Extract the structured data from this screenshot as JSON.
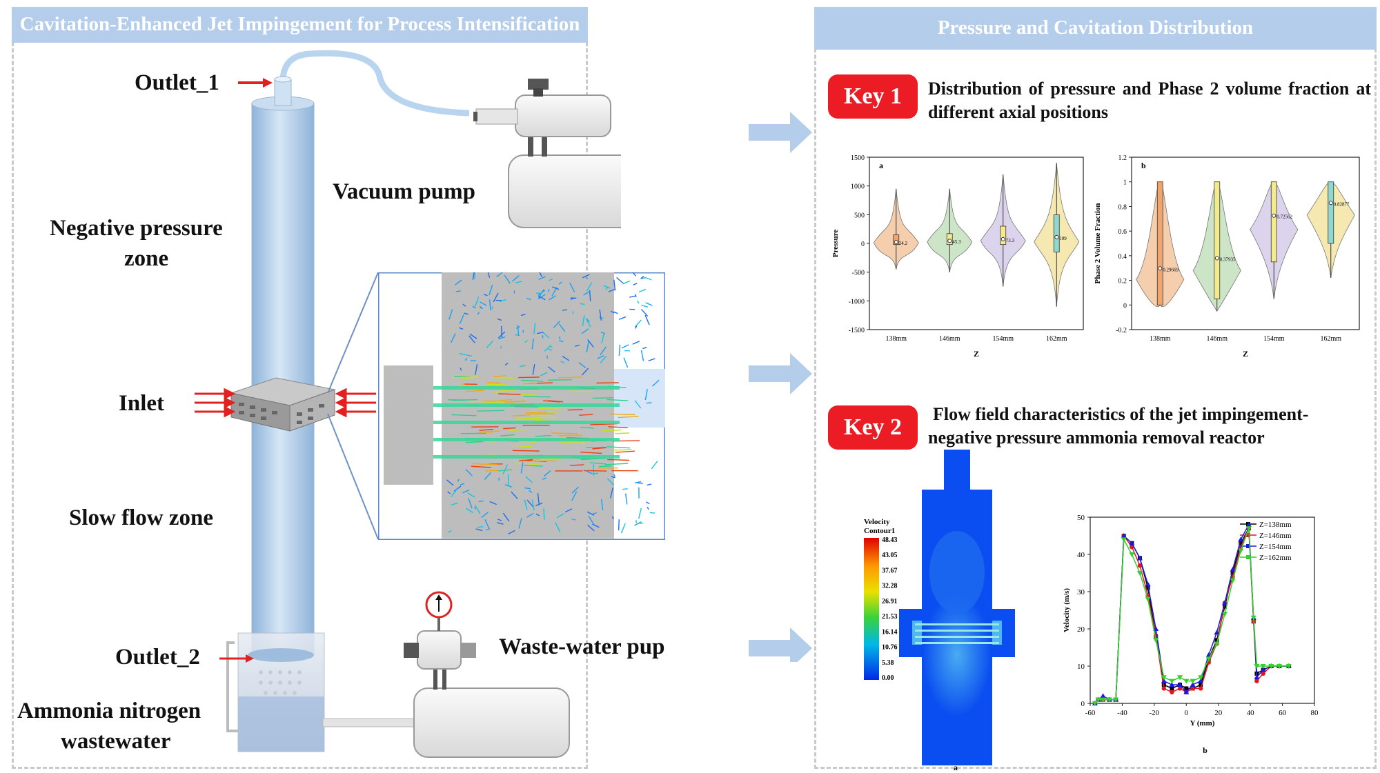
{
  "left_panel": {
    "title": "Cavitation-Enhanced Jet Impingement for Process Intensification",
    "labels": {
      "outlet1": "Outlet_1",
      "vacuum_pump": "Vacuum pump",
      "negative_zone_1": "Negative pressure",
      "negative_zone_2": "zone",
      "inlet": "Inlet",
      "slow_zone": "Slow flow zone",
      "outlet2": "Outlet_2",
      "wastewater_pump": "Waste-water pup",
      "ammonia_1": "Ammonia nitrogen",
      "ammonia_2": "wastewater"
    }
  },
  "right_panel": {
    "title": "Pressure and Cavitation Distribution",
    "key1": {
      "badge": "Key 1",
      "text": "Distribution of pressure and Phase 2 volume fraction at different axial positions"
    },
    "key2": {
      "badge": "Key 2",
      "text_line1": "Flow field characteristics of the jet impingement-",
      "text_line2": "negative pressure ammonia removal reactor"
    }
  },
  "chart_data": [
    {
      "type": "violin",
      "panel_label": "a",
      "xlabel": "Z",
      "ylabel": "Pressure",
      "categories": [
        "138mm",
        "146mm",
        "154mm",
        "162mm"
      ],
      "ylim": [
        -1500,
        1500
      ],
      "yticks": [
        -1500,
        -1000,
        -500,
        0,
        500,
        1000,
        1500
      ],
      "violins": [
        {
          "min": -450,
          "q1": -20,
          "median": 24.2,
          "q3": 150,
          "max": 950,
          "label": "24.2",
          "color": "#f4c9a6"
        },
        {
          "min": -500,
          "q1": -20,
          "median": 45.3,
          "q3": 170,
          "max": 950,
          "label": "45.3",
          "color": "#c7e3c0"
        },
        {
          "min": -750,
          "q1": -20,
          "median": 73.3,
          "q3": 300,
          "max": 1200,
          "label": "73.3",
          "color": "#d9cfea"
        },
        {
          "min": -1100,
          "q1": -150,
          "median": 109,
          "q3": 500,
          "max": 1400,
          "label": "109",
          "color": "#f4e6a8"
        }
      ],
      "box_colors": [
        "#f0a56e",
        "#f2ea8c",
        "#f2ea8c",
        "#8fd8d0"
      ]
    },
    {
      "type": "violin",
      "panel_label": "b",
      "xlabel": "Z",
      "ylabel": "Phase 2 Volume Fraction",
      "categories": [
        "138mm",
        "146mm",
        "154mm",
        "162mm"
      ],
      "ylim": [
        -0.2,
        1.2
      ],
      "yticks": [
        -0.2,
        0.0,
        0.2,
        0.4,
        0.6,
        0.8,
        1.0,
        1.2
      ],
      "violins": [
        {
          "min": 0,
          "q1": 0.0,
          "median": 0.29669,
          "q3": 1.0,
          "max": 1.0,
          "label": "0.29669",
          "color": "#f4c9a6"
        },
        {
          "min": -0.05,
          "q1": 0.05,
          "median": 0.37935,
          "q3": 1.0,
          "max": 1.0,
          "label": "0.37935",
          "color": "#c7e3c0"
        },
        {
          "min": 0.05,
          "q1": 0.35,
          "median": 0.72562,
          "q3": 1.0,
          "max": 1.0,
          "label": "0.72562",
          "color": "#d9cfea"
        },
        {
          "min": 0.22,
          "q1": 0.5,
          "median": 0.82877,
          "q3": 1.0,
          "max": 1.0,
          "label": "0.82877",
          "color": "#f4e6a8"
        }
      ],
      "box_colors": [
        "#f0a56e",
        "#f2ea8c",
        "#f2ea8c",
        "#8fd8d0"
      ]
    },
    {
      "type": "line",
      "panel_label": "b",
      "xlabel": "Y (mm)",
      "ylabel": "Velocity (m/s)",
      "xlim": [
        -60,
        80
      ],
      "ylim": [
        0,
        50
      ],
      "xticks": [
        -60,
        -40,
        -20,
        0,
        20,
        40,
        60,
        80
      ],
      "yticks": [
        0,
        10,
        20,
        30,
        40,
        50
      ],
      "series": [
        {
          "name": "Z=138mm",
          "color": "#000000",
          "marker": "square",
          "x": [
            -57,
            -55,
            -52,
            -48,
            -44,
            -39,
            -34,
            -29,
            -24,
            -19,
            -14,
            -9,
            -4,
            0,
            4,
            9,
            14,
            19,
            24,
            29,
            34,
            39,
            42,
            44,
            48,
            53,
            58,
            64
          ],
          "y": [
            0,
            1,
            1,
            1,
            1,
            45,
            43,
            39,
            31,
            18,
            5,
            4,
            5,
            4,
            4,
            5,
            12,
            17,
            26,
            35,
            43,
            47,
            22,
            8,
            9,
            10,
            10,
            10
          ]
        },
        {
          "name": "Z=146mm",
          "color": "#e8141c",
          "marker": "circle",
          "x": [
            -57,
            -55,
            -52,
            -48,
            -44,
            -39,
            -34,
            -29,
            -24,
            -19,
            -14,
            -9,
            -4,
            0,
            4,
            9,
            14,
            19,
            24,
            29,
            34,
            39,
            42,
            44,
            48,
            53,
            58,
            64
          ],
          "y": [
            0,
            1,
            1,
            1,
            1,
            45,
            42,
            37,
            29,
            18,
            4,
            3,
            4,
            3,
            4,
            4,
            11,
            16,
            27,
            34,
            42,
            47,
            22,
            6,
            8,
            10,
            10,
            10
          ]
        },
        {
          "name": "Z=154mm",
          "color": "#1a1adc",
          "marker": "triangle",
          "x": [
            -57,
            -55,
            -52,
            -48,
            -44,
            -39,
            -34,
            -29,
            -24,
            -19,
            -14,
            -9,
            -4,
            0,
            4,
            9,
            14,
            19,
            24,
            29,
            34,
            39,
            42,
            44,
            48,
            53,
            58,
            64
          ],
          "y": [
            0,
            1,
            2,
            1,
            1,
            45,
            43,
            39,
            32,
            20,
            6,
            5,
            5,
            3,
            5,
            6,
            13,
            19,
            27,
            36,
            44,
            48,
            23,
            7,
            9,
            10,
            10,
            10
          ]
        },
        {
          "name": "Z=162mm",
          "color": "#33d12a",
          "marker": "triangle-down",
          "x": [
            -57,
            -55,
            -52,
            -48,
            -44,
            -39,
            -34,
            -29,
            -24,
            -19,
            -14,
            -9,
            -4,
            0,
            4,
            9,
            14,
            19,
            24,
            29,
            34,
            39,
            42,
            44,
            48,
            53,
            58,
            64
          ],
          "y": [
            0,
            1,
            1,
            1,
            1,
            44,
            40,
            35,
            28,
            17,
            7,
            6,
            7,
            6,
            6,
            7,
            12,
            16,
            24,
            33,
            41,
            47,
            23,
            10,
            10,
            10,
            10,
            10
          ]
        }
      ]
    }
  ],
  "contour": {
    "panel_label": "a",
    "legend_title_1": "Velocity",
    "legend_title_2": "Contour1",
    "legend_values": [
      "48.43",
      "43.05",
      "37.67",
      "32.28",
      "26.91",
      "21.53",
      "16.14",
      "10.76",
      "5.38",
      "0.00"
    ]
  },
  "colors": {
    "banner": "#b3cdea",
    "key_badge": "#ec1c24",
    "column": "#a9c8e8",
    "arrow": "#e32020"
  }
}
